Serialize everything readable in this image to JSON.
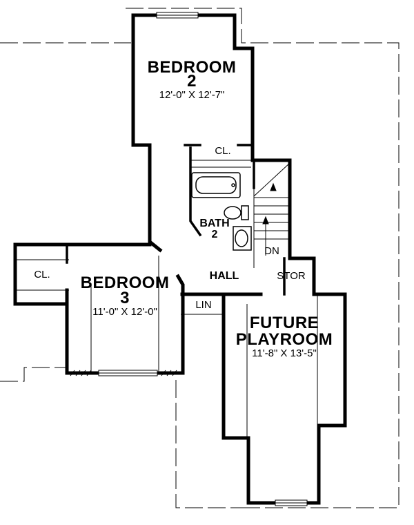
{
  "rooms": {
    "bedroom2": {
      "name": "BEDROOM",
      "number": "2",
      "dims": "12'-0\" X 12'-7\""
    },
    "bedroom3": {
      "name": "BEDROOM",
      "number": "3",
      "dims": "11'-0\" X 12'-0\""
    },
    "playroom": {
      "name1": "FUTURE",
      "name2": "PLAYROOM",
      "dims": "11'-8\" X 13'-5\""
    },
    "bath2": {
      "name": "BATH",
      "number": "2"
    },
    "hall": {
      "name": "HALL"
    }
  },
  "labels": {
    "closet_bedroom2": "CL.",
    "closet_bedroom3": "CL.",
    "stair_down": "DN",
    "storage": "STOR",
    "linen": "LIN"
  }
}
